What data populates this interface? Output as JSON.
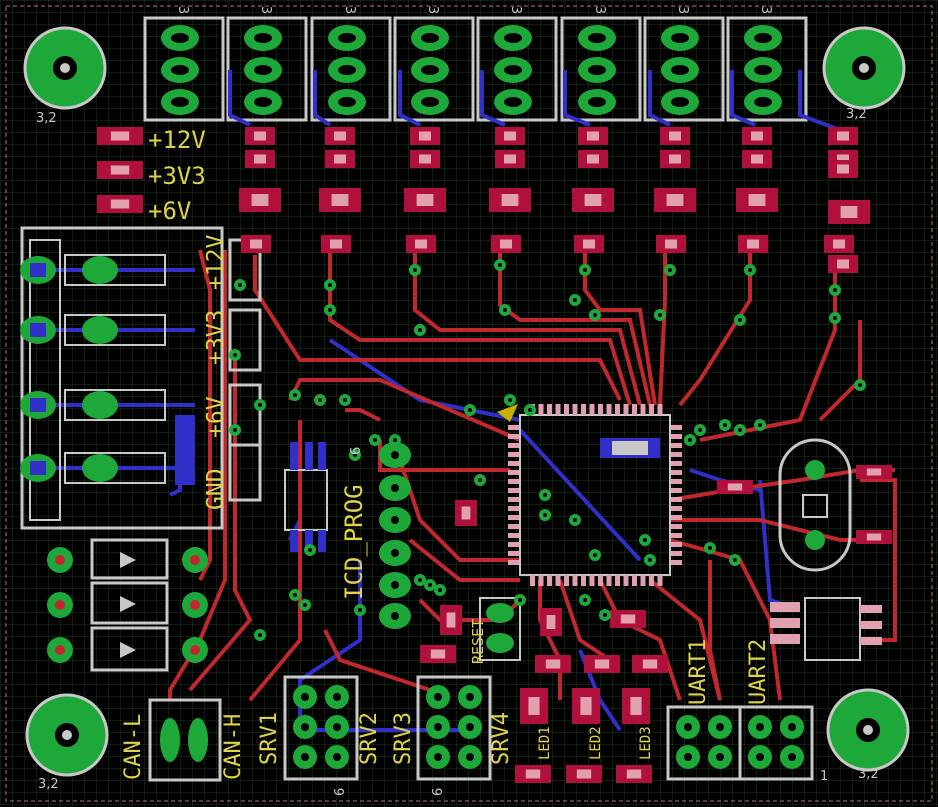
{
  "labels": {
    "supply_12v": "+12V",
    "supply_3v3": "+3V3",
    "supply_6v": "+6V",
    "terminal_12v": "+12V",
    "terminal_3v3": "+3V3",
    "terminal_6v": "+6V",
    "terminal_gnd": "GND",
    "icd_prog": "ICD_PROG",
    "reset": "RESET",
    "can_l": "CAN-L",
    "can_h": "CAN-H",
    "srv1": "SRV1",
    "srv2": "SRV2",
    "srv3": "SRV3",
    "srv4": "SRV4",
    "led1": "LED1",
    "led2": "LED2",
    "led3": "LED3",
    "uart1": "UART1",
    "uart2": "UART2"
  },
  "pin_marks": {
    "header": "3",
    "hole_dia": "3,2",
    "srv_pin": "6",
    "uart_pin": "1",
    "icd_pin": "6"
  },
  "colors": {
    "background": "#000000",
    "grid": "#1e3a1e",
    "top_copper": "#c0282e",
    "bottom_copper": "#3030c8",
    "pad": "#1fa83a",
    "silkscreen": "#e0d24a",
    "outline": "#c8c8c8",
    "smd_pad": "#b0103c"
  },
  "icons": {
    "mounting_hole": "mounting-hole-icon",
    "diode": "diode-icon",
    "crystal": "crystal-icon",
    "mcu": "microcontroller-icon"
  }
}
